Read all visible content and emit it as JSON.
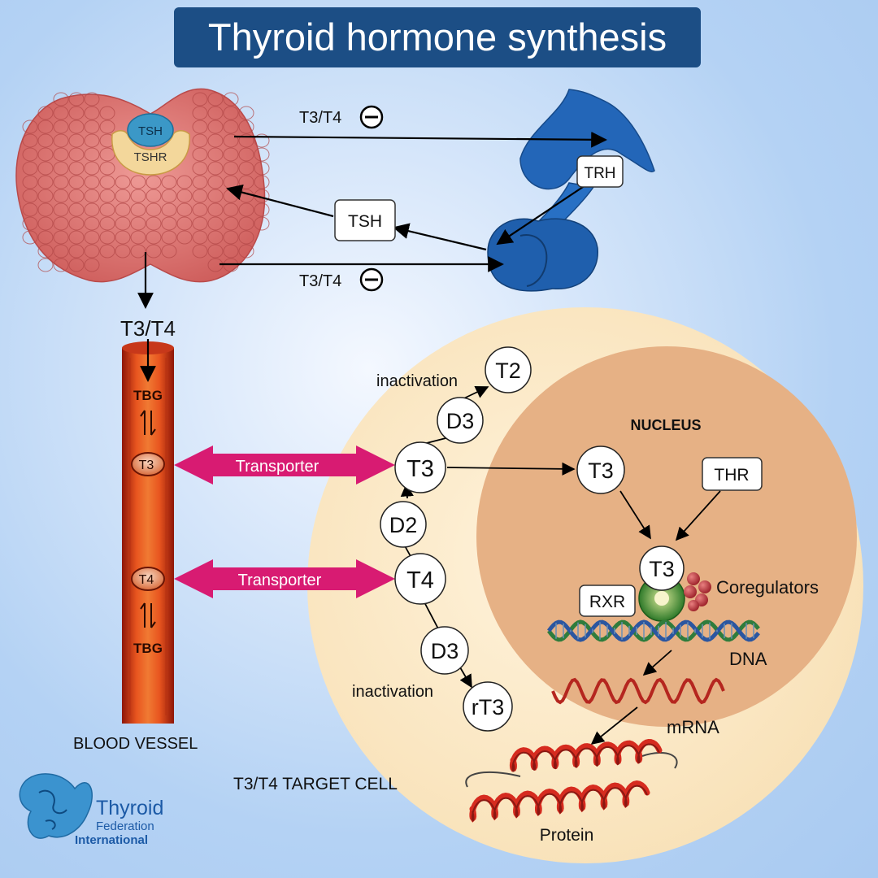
{
  "title": "Thyroid hormone synthesis",
  "labels": {
    "tsh_receptor_top": "TSH",
    "tsh_receptor_bottom": "TSHR",
    "t3t4_upper": "T3/T4",
    "t3t4_lower": "T3/T4",
    "trh": "TRH",
    "tsh": "TSH",
    "t3t4_vessel": "T3/T4",
    "tbg_upper": "TBG",
    "tbg_lower": "TBG",
    "t3_vessel": "T3",
    "t4_vessel": "T4",
    "blood_vessel": "BLOOD VESSEL",
    "transporter_upper": "Transporter",
    "transporter_lower": "Transporter",
    "inactivation_upper": "inactivation",
    "inactivation_lower": "inactivation",
    "t2": "T2",
    "d3_upper": "D3",
    "t3_cell": "T3",
    "d2": "D2",
    "t4_cell": "T4",
    "d3_lower": "D3",
    "rt3": "rT3",
    "nucleus": "NUCLEUS",
    "t3_nucleus": "T3",
    "thr": "THR",
    "t3_bound": "T3",
    "rxr": "RXR",
    "coregulators": "Coregulators",
    "dna": "DNA",
    "mrna": "mRNA",
    "protein": "Protein",
    "target_cell": "T3/T4 TARGET CELL",
    "logo_line1": "Thyroid",
    "logo_line2": "Federation",
    "logo_line3": "International"
  },
  "colors": {
    "title_bg": "#1c4e85",
    "thyroid": "#e07a78",
    "pituitary": "#2563b0",
    "transporter": "#d81b72",
    "vessel": "#d93a1c",
    "cell": "#fbe8c6",
    "nucleus": "#e6b185"
  }
}
